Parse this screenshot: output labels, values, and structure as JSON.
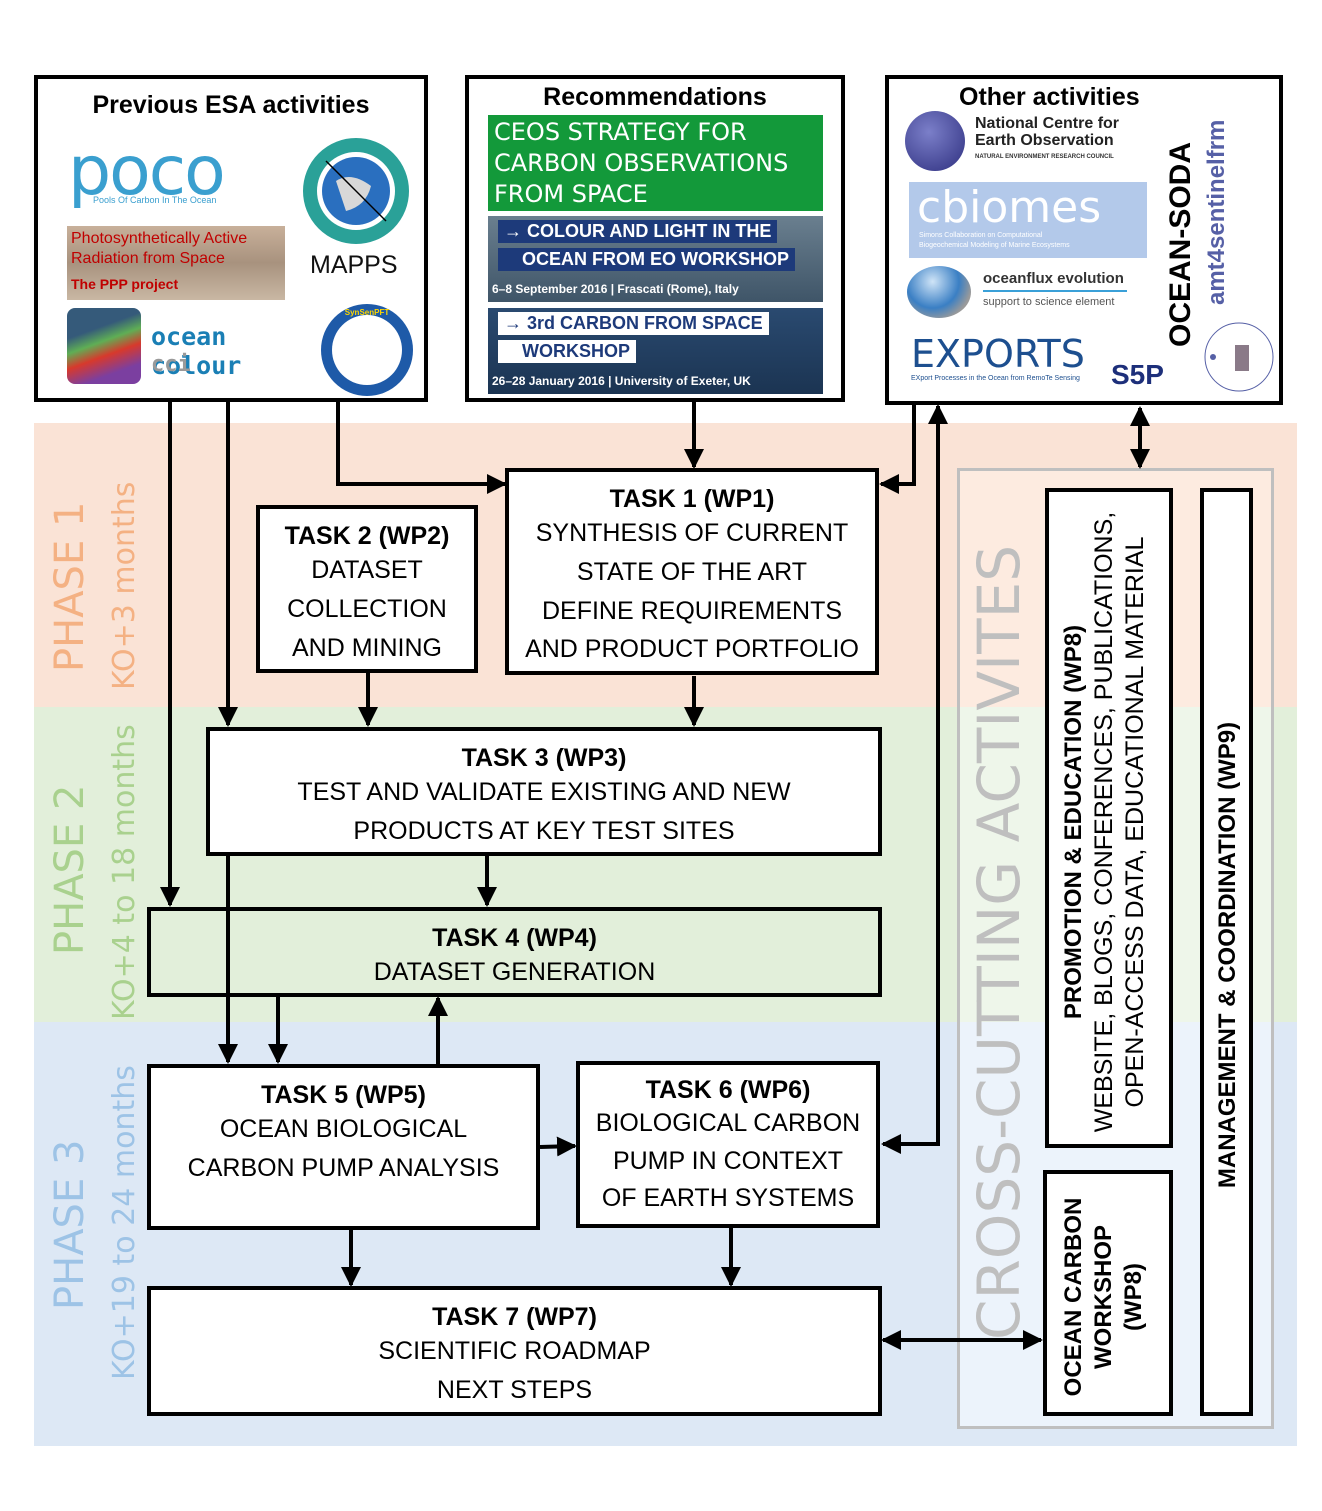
{
  "phases": [
    {
      "title": "PHASE 1",
      "duration": "KO+3 months",
      "color": "#f4b183",
      "band_color": "#fae3d6"
    },
    {
      "title": "PHASE 2",
      "duration": "KO+4 to 18 months",
      "color": "#a9d18e",
      "band_color": "#e2efda"
    },
    {
      "title": "PHASE 3",
      "duration": "KO+19 to 24 months",
      "color": "#9dc3e6",
      "band_color": "#dde8f5"
    }
  ],
  "inputs": {
    "previous": {
      "title": "Previous ESA activities",
      "logos": {
        "poco": {
          "name": "poco",
          "tagline": "Pools Of Carbon In The Ocean"
        },
        "mapps": {
          "name": "MAPPS"
        },
        "ppp": {
          "line1": "Photosynthetically Active",
          "line2": "Radiation from Space",
          "line3": "The PPP project"
        },
        "occci": {
          "name": "ocean colour",
          "sub": "cci"
        },
        "synsen": {
          "name": "SynSenPFT"
        }
      }
    },
    "recommendations": {
      "title": "Recommendations",
      "ceos": [
        "CEOS STRATEGY FOR",
        "CARBON OBSERVATIONS",
        "FROM SPACE"
      ],
      "colour_light": {
        "line1": "→ COLOUR AND LIGHT IN THE",
        "line2": "OCEAN FROM EO WORKSHOP",
        "date": "6–8 September 2016 | Frascati (Rome), Italy"
      },
      "carbon_space": {
        "line1": "→ 3rd CARBON FROM SPACE",
        "line2": "WORKSHOP",
        "date": "26–28 January 2016 | University of Exeter, UK"
      }
    },
    "other": {
      "title": "Other activities",
      "logos": {
        "nceo": {
          "line1": "National Centre for",
          "line2": "Earth Observation",
          "sub": "NATURAL ENVIRONMENT RESEARCH COUNCIL"
        },
        "cbiomes": {
          "name": "cbiomes",
          "sub1": "Simons Collaboration on Computational",
          "sub2": "Biogeochemical Modeling of Marine Ecosystems"
        },
        "oceanflux": {
          "name": "oceanflux evolution",
          "sub": "support to science element"
        },
        "exports": {
          "name": "EXPORTS",
          "sub": "EXport Processes in the Ocean from RemoTe Sensing"
        },
        "s5p": {
          "name": "S5P"
        },
        "ocean_soda": {
          "name": "OCEAN-SODA"
        },
        "amt": {
          "name": "amt4sentinelfrm"
        }
      }
    }
  },
  "tasks": {
    "t1": {
      "title": "TASK 1 (WP1)",
      "lines": [
        "SYNTHESIS OF CURRENT",
        "STATE OF THE ART",
        "DEFINE REQUIREMENTS",
        "AND PRODUCT PORTFOLIO"
      ]
    },
    "t2": {
      "title": "TASK 2 (WP2)",
      "lines": [
        "DATASET",
        "COLLECTION",
        "AND MINING"
      ]
    },
    "t3": {
      "title": "TASK 3 (WP3)",
      "lines": [
        "TEST AND VALIDATE EXISTING AND NEW",
        "PRODUCTS AT KEY TEST SITES"
      ]
    },
    "t4": {
      "title": "TASK 4 (WP4)",
      "lines": [
        "DATASET GENERATION"
      ]
    },
    "t5": {
      "title": "TASK 5 (WP5)",
      "lines": [
        "OCEAN BIOLOGICAL",
        "CARBON PUMP ANALYSIS"
      ]
    },
    "t6": {
      "title": "TASK 6 (WP6)",
      "lines": [
        "BIOLOGICAL CARBON",
        "PUMP IN CONTEXT",
        "OF EARTH SYSTEMS"
      ]
    },
    "t7": {
      "title": "TASK 7 (WP7)",
      "lines": [
        "SCIENTIFIC ROADMAP",
        "NEXT STEPS"
      ]
    }
  },
  "cross_cutting": {
    "title": "CROSS-CUTTING ACTIVITES",
    "promotion": {
      "title": "PROMOTION & EDUCATION (WP8)",
      "line1": "WEBSITE, BLOGS, CONFERENCES, PUBLICATIONS,",
      "line2": "OPEN-ACCESS DATA, EDUCATIONAL MATERIAL"
    },
    "workshop": {
      "line1": "OCEAN CARBON",
      "line2": "WORKSHOP",
      "line3": "(WP8)"
    },
    "management": {
      "title": "MANAGEMENT & COORDINATION (WP9)"
    }
  }
}
